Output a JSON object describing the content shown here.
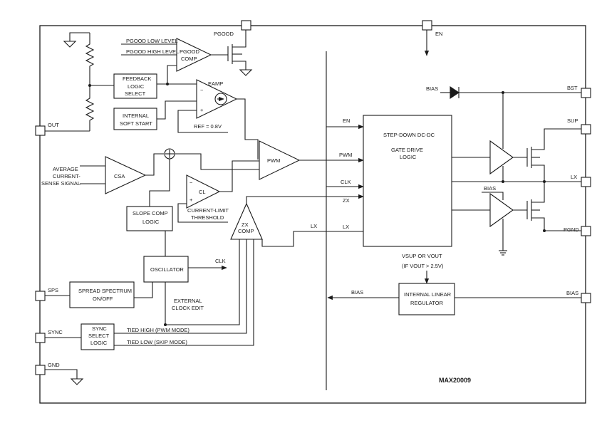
{
  "chip": {
    "part_number": "MAX20009"
  },
  "pins": {
    "pgood": "PGOOD",
    "en": "EN",
    "bst": "BST",
    "sup": "SUP",
    "lx": "LX",
    "pgnd": "PGND",
    "bias": "BIAS",
    "out": "OUT",
    "sps": "SPS",
    "sync": "SYNC",
    "gnd": "GND"
  },
  "blocks": {
    "pgood_comp": [
      "PGOOD",
      "COMP"
    ],
    "pgood_low_level": "PGOOD LOW LEVEL",
    "pgood_high_level": "PGOOD HIGH LEVEL",
    "feedback_logic": [
      "FEEDBACK",
      "LOGIC",
      "SELECT"
    ],
    "soft_start": [
      "INTERNAL",
      "SOFT START"
    ],
    "eamp": "EAMP",
    "ref": "REF = 0.8V",
    "csa": "CSA",
    "avg_current_sense": [
      "AVERAGE",
      "CURRENT-",
      "SENSE SIGNAL"
    ],
    "cl": "CL",
    "current_limit_threshold": [
      "CURRENT-LIMIT",
      "THRESHOLD"
    ],
    "slope_comp": [
      "SLOPE COMP",
      "LOGIC"
    ],
    "pwm": "PWM",
    "zx_comp": [
      "ZX",
      "COMP"
    ],
    "oscillator": "OSCILLATOR",
    "osc_clk": "CLK",
    "spread_spectrum": [
      "SPREAD SPECTRUM",
      "ON/OFF"
    ],
    "external_clock": [
      "EXTERNAL",
      "CLOCK EDIT"
    ],
    "sync_logic": [
      "SYNC",
      "SELECT",
      "LOGIC"
    ],
    "tied_high": "TIED HIGH (PWM MODE)",
    "tied_low": "TIED LOW (SKIP MODE)",
    "gate_drive": [
      "STEP-DOWN DC-DC",
      "GATE DRIVE",
      "LOGIC"
    ],
    "gate_in_en": "EN",
    "gate_in_pwm": "PWM",
    "gate_in_clk": "CLK",
    "gate_in_zx": "ZX",
    "gate_lx": "LX",
    "zx_lx": "LX",
    "bias_diode": "BIAS",
    "bias_driver": "BIAS",
    "vsup_or_vout": "VSUP OR VOUT",
    "if_vout": "(IF VOUT > 2.5V)",
    "linear_reg": [
      "INTERNAL LINEAR",
      "REGULATOR"
    ],
    "bias_internal": "BIAS"
  }
}
